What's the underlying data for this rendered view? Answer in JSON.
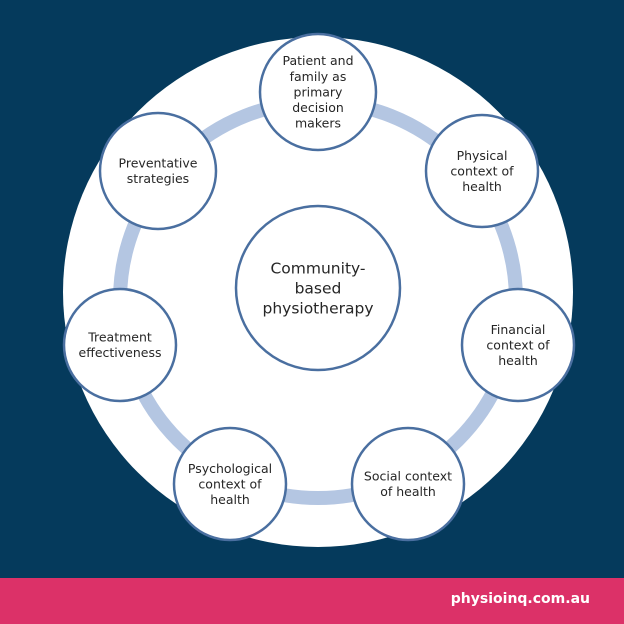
{
  "diagram": {
    "center": {
      "lines": [
        "Community-",
        "based",
        "physiotherapy"
      ]
    },
    "nodes": [
      {
        "id": "patient-family",
        "lines": [
          "Patient and",
          "family as",
          "primary",
          "decision",
          "makers"
        ]
      },
      {
        "id": "physical",
        "lines": [
          "Physical",
          "context of",
          "health"
        ]
      },
      {
        "id": "financial",
        "lines": [
          "Financial",
          "context of",
          "health"
        ]
      },
      {
        "id": "social",
        "lines": [
          "Social context",
          "of health"
        ]
      },
      {
        "id": "psychological",
        "lines": [
          "Psychological",
          "context of",
          "health"
        ]
      },
      {
        "id": "treatment",
        "lines": [
          "Treatment",
          "effectiveness"
        ]
      },
      {
        "id": "preventative",
        "lines": [
          "Preventative",
          "strategies"
        ]
      }
    ],
    "colors": {
      "background": "#053a5c",
      "disc": "#ffffff",
      "ring": "#b4c6e2",
      "node_stroke": "#4a6fa0",
      "text": "#262626"
    }
  },
  "footer": {
    "url": "physioinq.com.au",
    "color": "#dc3168"
  }
}
